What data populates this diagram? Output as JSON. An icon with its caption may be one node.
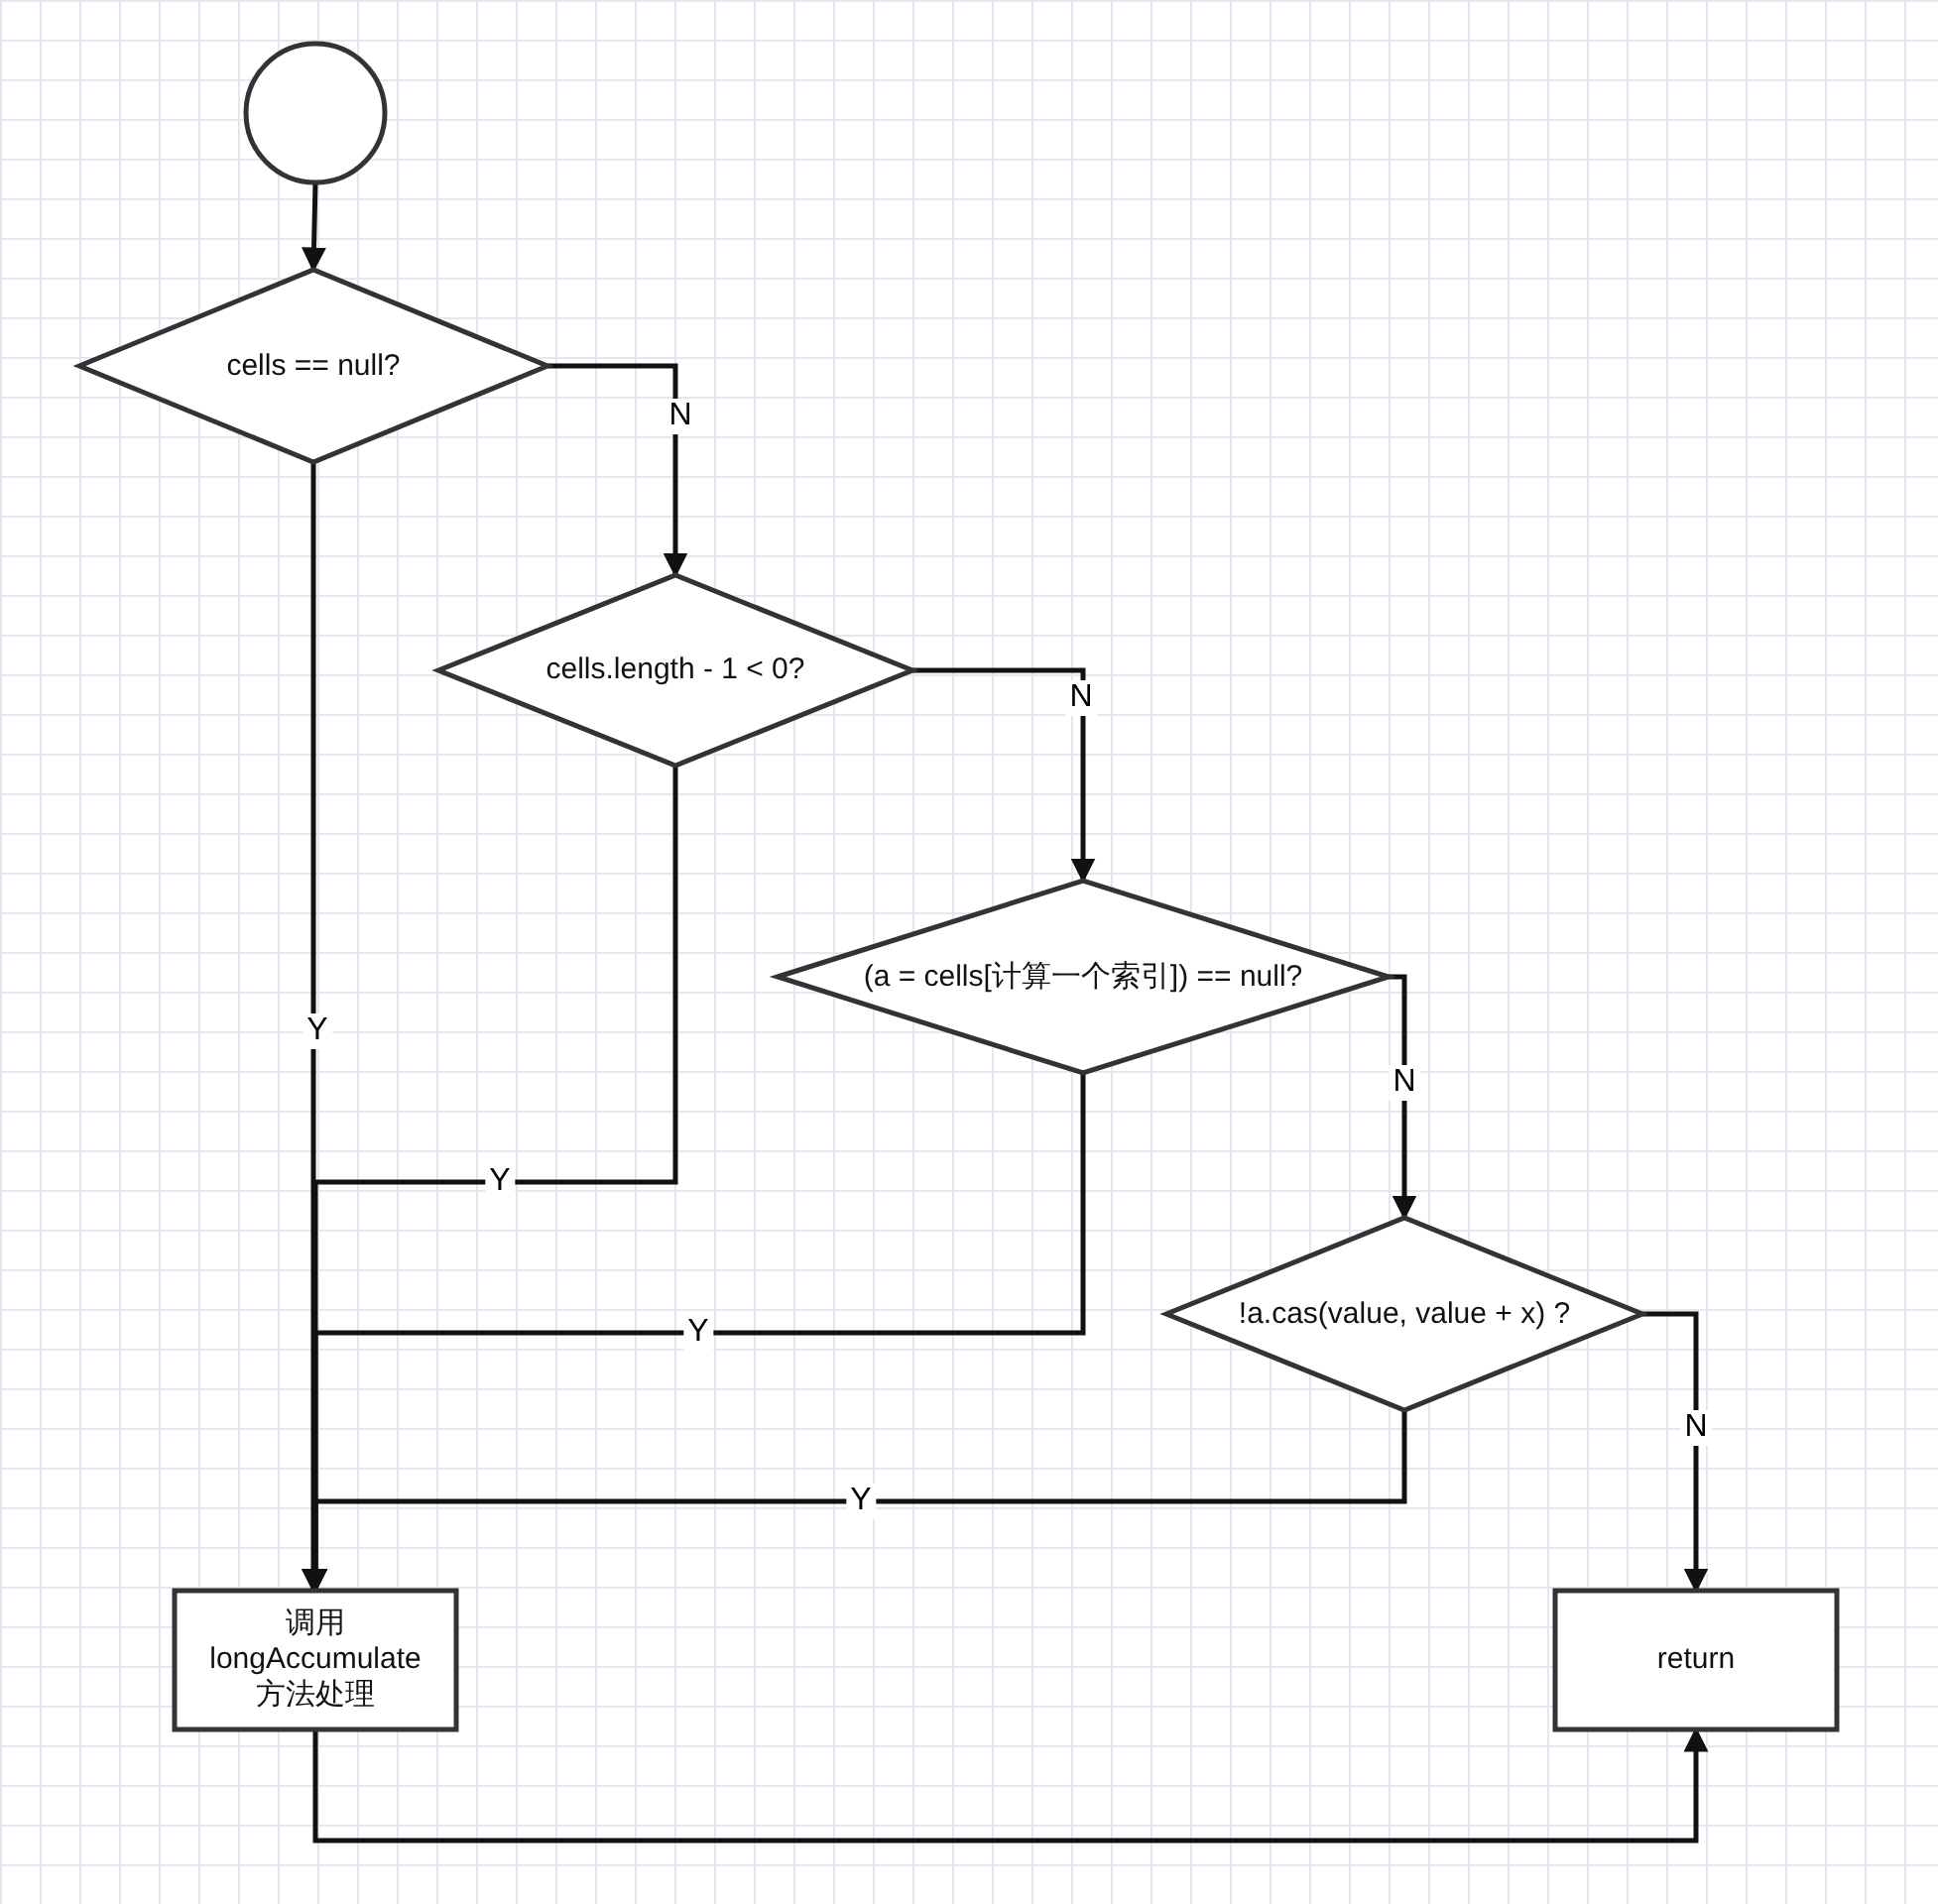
{
  "diagram": {
    "nodes": [
      {
        "text": [],
        "shape": "circle"
      },
      {
        "text": [
          "cells == null?"
        ]
      },
      {
        "text": [
          "cells.length - 1 < 0?"
        ]
      },
      {
        "text": [
          "(a = cells[计算一个索引]) == null?"
        ]
      },
      {
        "text": [
          "!a.cas(value, value + x) ?"
        ]
      },
      {
        "text": [
          "调用 longAccumulate 方法处理"
        ]
      },
      {
        "text": [
          "return"
        ]
      }
    ],
    "edges": [
      {
        "from": 0,
        "to": 1,
        "arrow": "to"
      },
      {
        "from": 1,
        "to": 2,
        "arrow": "to",
        "label": "N"
      },
      {
        "from": 2,
        "to": 3,
        "arrow": "to",
        "label": "N"
      },
      {
        "from": 3,
        "to": 4,
        "arrow": "to",
        "label": "N"
      },
      {
        "from": 4,
        "to": 6,
        "arrow": "to",
        "label": "N"
      },
      {
        "from": 1,
        "to": 5,
        "arrow": "to",
        "label": "Y"
      },
      {
        "from": 2,
        "to": 5,
        "arrow": "to",
        "label": "Y"
      },
      {
        "from": 3,
        "to": 5,
        "arrow": "to",
        "label": "Y"
      },
      {
        "from": 4,
        "to": 5,
        "arrow": "to",
        "label": "Y"
      },
      {
        "from": 5,
        "to": 6,
        "arrow": "to"
      }
    ]
  }
}
